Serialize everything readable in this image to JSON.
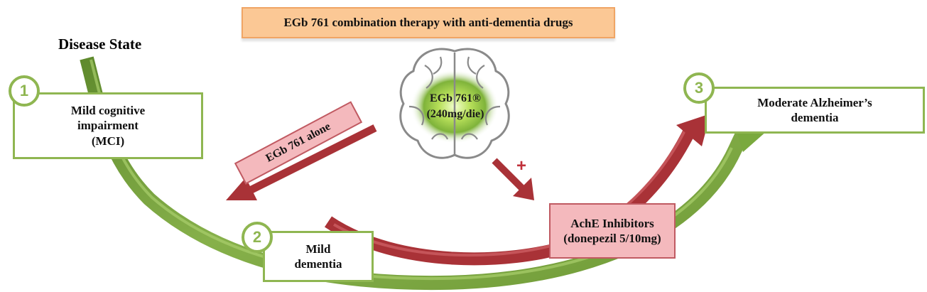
{
  "title": "EGb 761 combination therapy with anti-dementia drugs",
  "disease_state_label": "Disease State",
  "stages": [
    {
      "number": "1",
      "lines": [
        "Mild cognitive",
        "impairment",
        "(MCI)"
      ]
    },
    {
      "number": "2",
      "lines": [
        "Mild",
        "dementia"
      ]
    },
    {
      "number": "3",
      "lines": [
        "Moderate Alzheimer’s",
        "dementia"
      ]
    }
  ],
  "egb_alone_label": "EGb 761 alone",
  "brain_label": [
    "EGb 761®",
    "(240mg/die)"
  ],
  "plus_label": "+",
  "ache_inhibitors": [
    "AchE Inhibitors",
    "(donepezil 5/10mg)"
  ],
  "colors": {
    "green_curve": "#6f9a37",
    "green_border": "#8fb651",
    "red_arrow": "#a93237",
    "pink_fill": "#f4b9bd",
    "title_fill": "#fbc895"
  },
  "icons": [
    "brain-icon",
    "arrow-icon"
  ]
}
